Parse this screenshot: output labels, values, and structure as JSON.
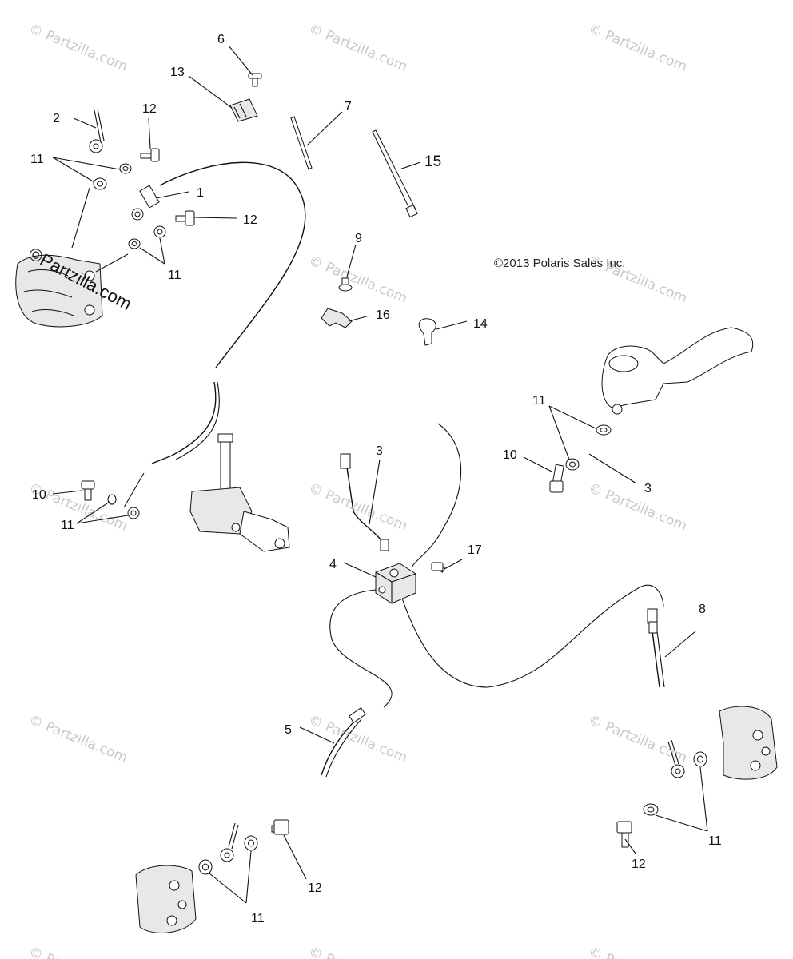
{
  "copyright": "©2013 Polaris Sales Inc.",
  "watermark_text": "© Partzilla.com",
  "brand_watermark": "©Partzilla.com",
  "labels": {
    "l1": "1",
    "l2": "2",
    "l3a": "3",
    "l3b": "3",
    "l4": "4",
    "l5": "5",
    "l6": "6",
    "l7": "7",
    "l8": "8",
    "l9": "9",
    "l10a": "10",
    "l10b": "10",
    "l11a": "11",
    "l11b": "11",
    "l11c": "11",
    "l11d": "11",
    "l11e": "11",
    "l11f": "11",
    "l12a": "12",
    "l12b": "12",
    "l12c": "12",
    "l12d": "12",
    "l13": "13",
    "l14": "14",
    "l15": "15",
    "l16": "16",
    "l17": "17"
  }
}
